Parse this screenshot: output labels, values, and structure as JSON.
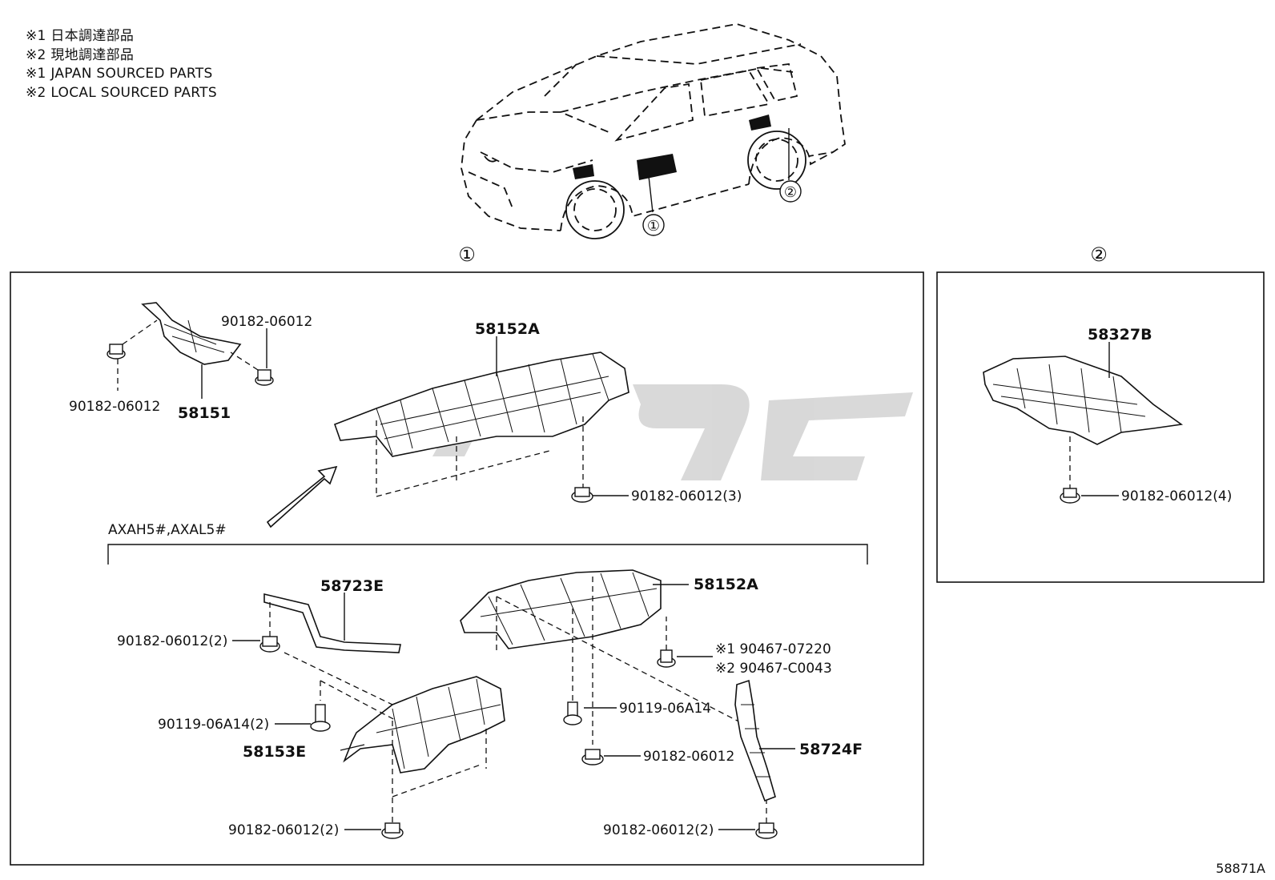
{
  "legend": [
    "※1  日本調達部品",
    "※2  現地調達部品",
    "※1  JAPAN SOURCED PARTS",
    "※2  LOCAL SOURCED PARTS"
  ],
  "view_markers": {
    "view1": "①",
    "view2": "②"
  },
  "variant_label": "AXAH5#,AXAL5#",
  "diagram_code": "58871A",
  "callouts": {
    "c58151": "58151",
    "c90182_a": "90182-06012",
    "c90182_b": "90182-06012",
    "c58152A_top": "58152A",
    "c90182_3": "90182-06012(3)",
    "c58327B": "58327B",
    "c90182_4": "90182-06012(4)",
    "c58723E": "58723E",
    "c90182_2a": "90182-06012(2)",
    "c58152A_low": "58152A",
    "c90467_1": "※1 90467-07220",
    "c90467_2": "※2 90467-C0043",
    "c90119_2": "90119-06A14(2)",
    "c58153E": "58153E",
    "c90119": "90119-06A14",
    "c90182_c": "90182-06012",
    "c58724F": "58724F",
    "c90182_2b": "90182-06012(2)",
    "c90182_2c": "90182-06012(2)"
  }
}
